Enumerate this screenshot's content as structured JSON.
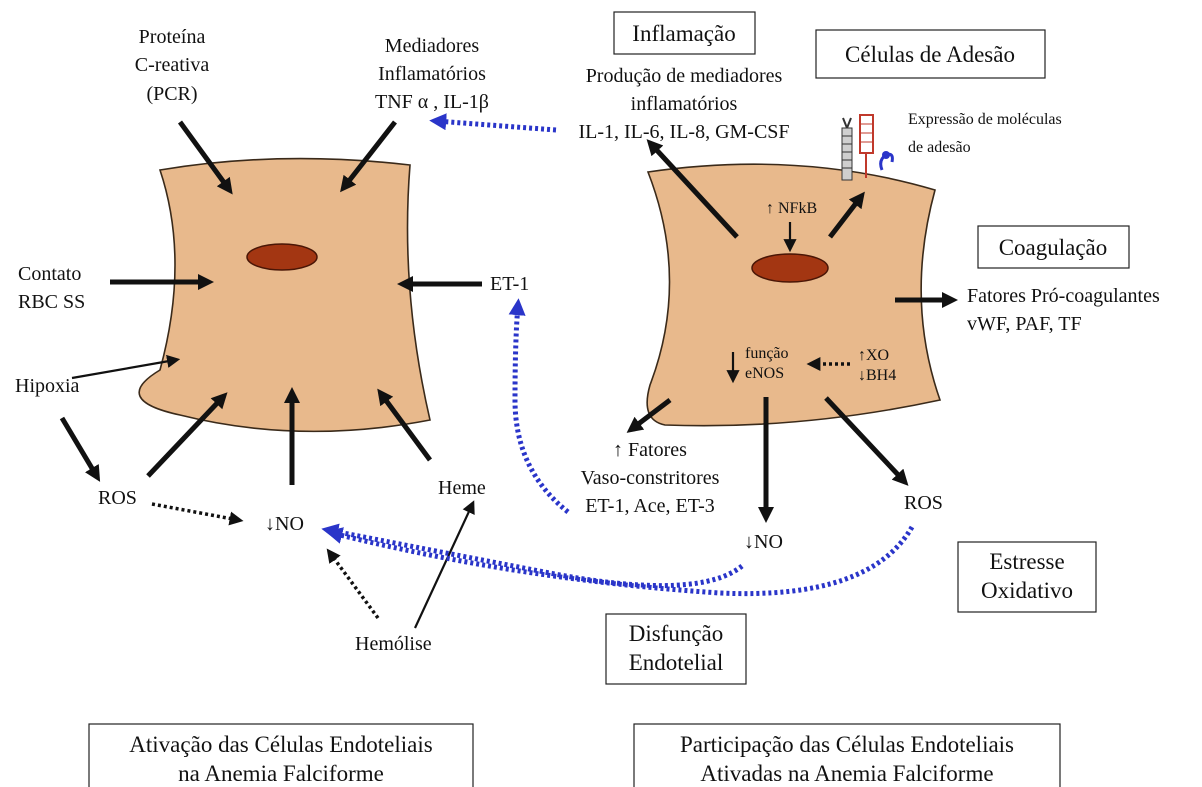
{
  "boxes": {
    "inflamacao": "Inflamação",
    "celulas_adesao": "Células de Adesão",
    "coagulacao": "Coagulação",
    "estresse_1": "Estresse",
    "estresse_2": "Oxidativo",
    "disfuncao_1": "Disfunção",
    "disfuncao_2": "Endotelial",
    "ativacao_1": "Ativação das Células Endoteliais",
    "ativacao_2": "na Anemia Falciforme",
    "participacao_1": "Participação das Células Endoteliais",
    "participacao_2": "Ativadas na Anemia Falciforme"
  },
  "left": {
    "pcr_1": "Proteína",
    "pcr_2": "C-reativa",
    "pcr_3": "(PCR)",
    "mediadores_1": "Mediadores",
    "mediadores_2": "Inflamatórios",
    "mediadores_3": "TNF α , IL-1β",
    "contato_1": "Contato",
    "contato_2": "RBC SS",
    "hipoxia": "Hipoxia",
    "ros": "ROS",
    "no": "↓NO",
    "heme": "Heme",
    "hemolise": "Hemólise",
    "et1": "ET-1"
  },
  "right": {
    "producao_1": "Produção de mediadores",
    "producao_2": "inflamatórios",
    "producao_3": "IL-1, IL-6, IL-8, GM-CSF",
    "expressao_1": "Expressão de moléculas",
    "expressao_2": "de adesão",
    "nfkb": "↑ NFkB",
    "fatores_pro_1": "Fatores Pró-coagulantes",
    "fatores_pro_2": "vWF, PAF, TF",
    "funcao": "função",
    "enos": "eNOS",
    "xo": "↑XO",
    "bh4": "↓BH4",
    "vaso_1": "↑ Fatores",
    "vaso_2": "Vaso-constritores",
    "vaso_3": "ET-1, Ace, ET-3",
    "no": "↓NO",
    "ros": "ROS"
  },
  "colors": {
    "cell_fill": "#e8b98c",
    "nucleus": "#a33612",
    "dotted_blue": "#2a35c9"
  }
}
